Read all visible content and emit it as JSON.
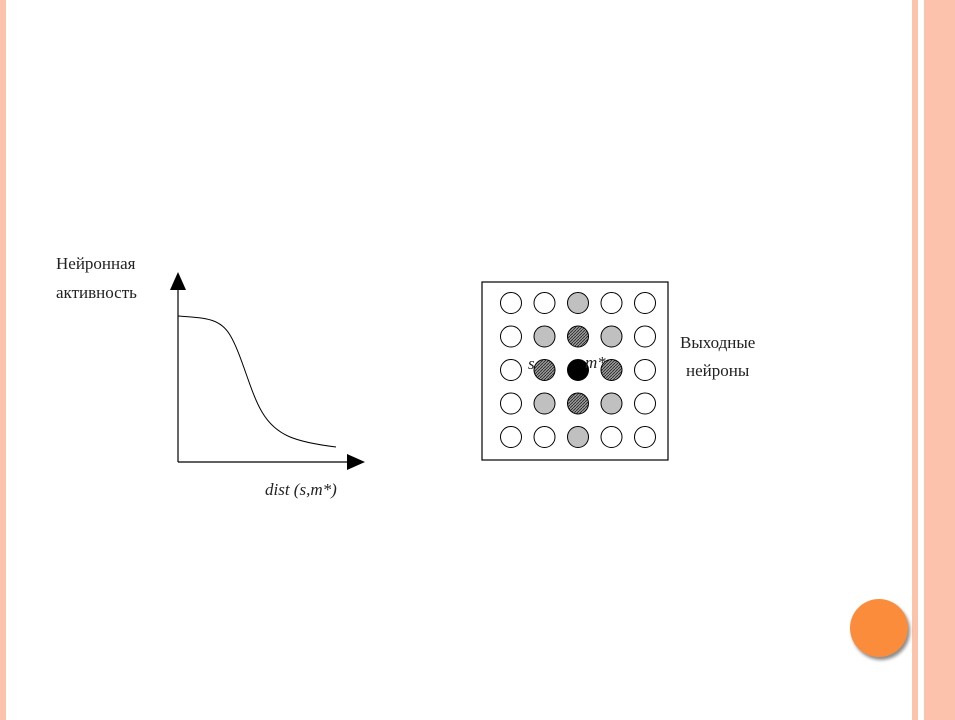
{
  "colors": {
    "border": "#fdc2ac",
    "accent": "#fb8c3c",
    "line": "#000000",
    "neuron_light": "#c0c0c0",
    "neuron_dark": "#7d7d7d",
    "neuron_winner": "#000000"
  },
  "activity_chart": {
    "ylabel_line1": "Нейронная",
    "ylabel_line2": "активность",
    "xlabel": "dist (s,m*)"
  },
  "neuron_grid": {
    "label_s": "s",
    "label_m": "m*",
    "caption_line1": "Выходные",
    "caption_line2": "нейроны",
    "rows": [
      [
        "empty",
        "empty",
        "light",
        "empty",
        "empty"
      ],
      [
        "empty",
        "light",
        "dark",
        "light",
        "empty"
      ],
      [
        "empty",
        "dark",
        "winner",
        "dark",
        "empty"
      ],
      [
        "empty",
        "light",
        "dark",
        "light",
        "empty"
      ],
      [
        "empty",
        "empty",
        "light",
        "empty",
        "empty"
      ]
    ]
  }
}
